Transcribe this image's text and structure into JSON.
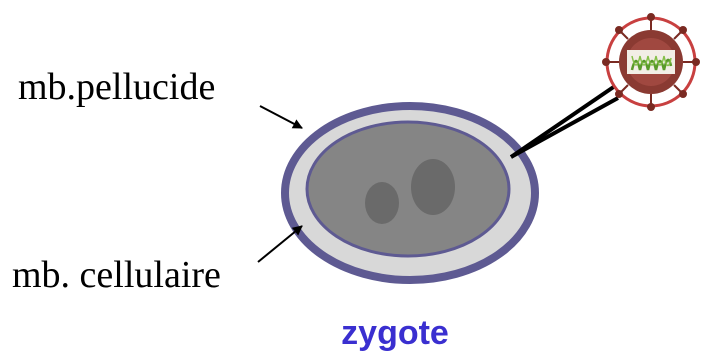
{
  "labels": {
    "zona_pellucida": "mb.pellucide",
    "cell_membrane": "mb. cellulaire"
  },
  "caption": "zygote",
  "colors": {
    "zona_outer": "#5e5a92",
    "zona_fill": "#d8d8d8",
    "membrane": "#5e5a92",
    "cytoplasm": "#858585",
    "nucleus": "#6a6a6a",
    "pipette": "#000000",
    "virus_shell": "#8a3a32",
    "virus_ring": "#c04040",
    "virus_core": "#f2eee6",
    "virus_dna": "#5a9a2a",
    "caption": "#3a2fd0"
  },
  "icons": [
    "retrovirus-icon",
    "micropipette-icon",
    "arrow-icon"
  ]
}
